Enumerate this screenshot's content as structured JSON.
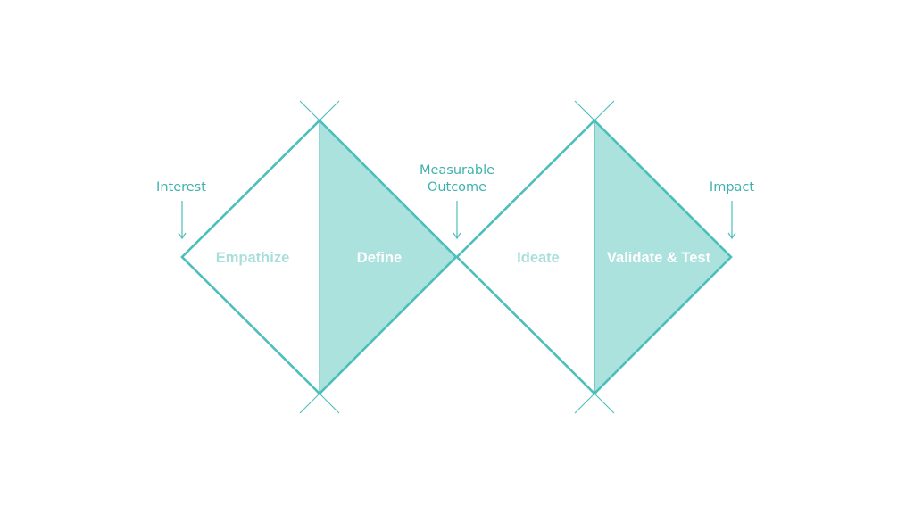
{
  "colors": {
    "outline": "#4cbfbb",
    "fill": "#abe2de",
    "annotation_text": "#3fb1ad",
    "phase_text_on_white": "#a9dfdb",
    "phase_text_on_fill": "#ffffff",
    "background": "#ffffff"
  },
  "annotations": {
    "interest": "Interest",
    "measurable_line1": "Measurable",
    "measurable_line2": "Outcome",
    "impact": "Impact"
  },
  "phases": {
    "empathize": "Empathize",
    "define": "Define",
    "ideate": "Ideate",
    "validate": "Validate & Test"
  }
}
